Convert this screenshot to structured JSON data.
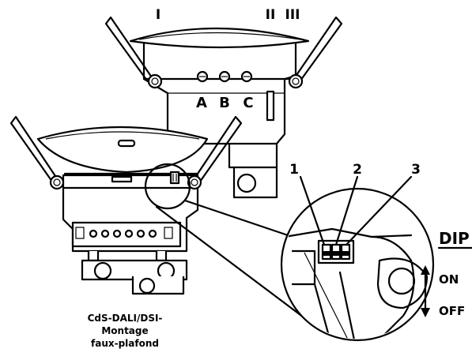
{
  "upper_module": {
    "clip_labels": [
      "I",
      "II",
      "III"
    ],
    "pot_labels": [
      "A",
      "B",
      "C"
    ]
  },
  "dip_detail": {
    "switch_numbers": [
      "1",
      "2",
      "3"
    ],
    "heading": "DIP",
    "on_label": "ON",
    "off_label": "OFF"
  },
  "caption": {
    "line1": "CdS-DALI/DSI-",
    "line2": "Montage",
    "line3": "faux-plafond"
  }
}
